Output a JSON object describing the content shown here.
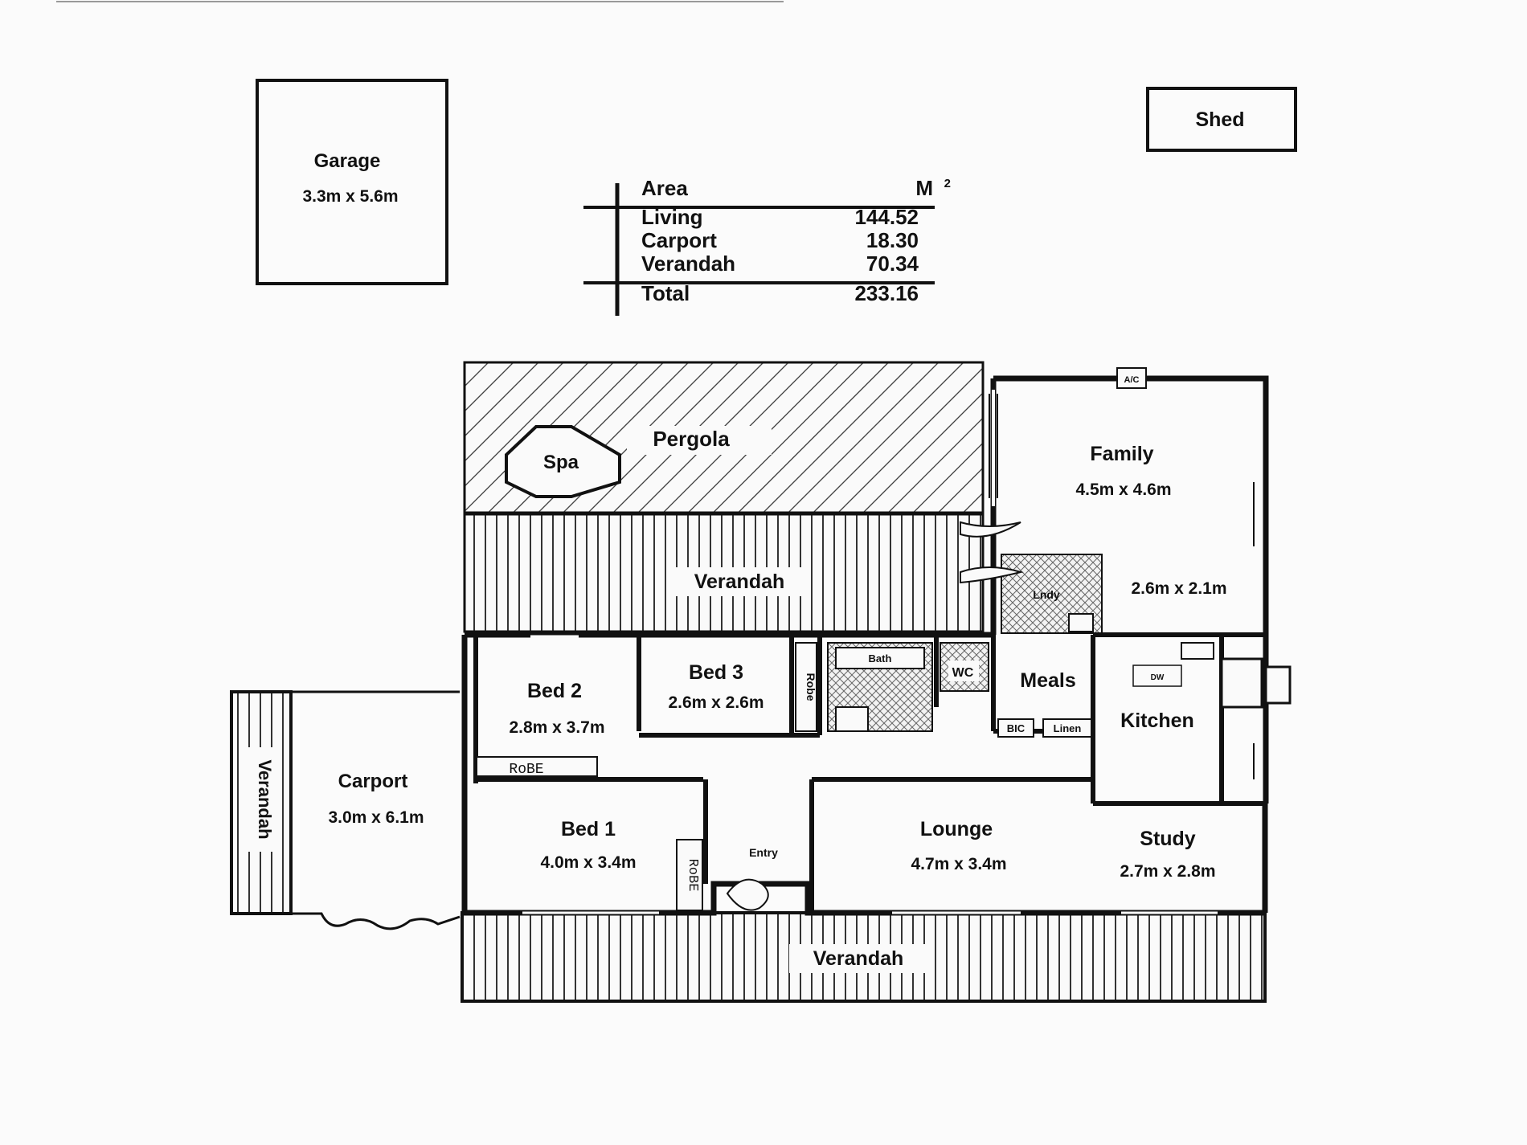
{
  "outbuildings": {
    "garage": {
      "name": "Garage",
      "size": "3.3m x 5.6m"
    },
    "shed": {
      "name": "Shed"
    }
  },
  "area_table": {
    "header_label": "Area",
    "header_unit": "M",
    "unit_superscript": "2",
    "rows": [
      {
        "label": "Living",
        "value": "144.52"
      },
      {
        "label": "Carport",
        "value": "18.30"
      },
      {
        "label": "Verandah",
        "value": "70.34"
      }
    ],
    "total": {
      "label": "Total",
      "value": "233.16"
    }
  },
  "rooms": {
    "pergola": "Pergola",
    "spa": "Spa",
    "verandah_rear": "Verandah",
    "verandah_front": "Verandah",
    "verandah_side": "Verandah",
    "family": {
      "name": "Family",
      "size": "4.5m x 4.6m"
    },
    "laundry": {
      "name": "Lndy",
      "size": "2.6m x 2.1m"
    },
    "ac": "A/C",
    "bed2": {
      "name": "Bed 2",
      "size": "2.8m x 3.7m"
    },
    "bed3": {
      "name": "Bed 3",
      "size": "2.6m x 2.6m"
    },
    "robe3": "Robe",
    "bath": "Bath",
    "wc": "WC",
    "meals": "Meals",
    "kitchen": "Kitchen",
    "dishwasher": "DW",
    "bic": "BIC",
    "linen": "Linen",
    "robe2": "RoBE",
    "bed1": {
      "name": "Bed 1",
      "size": "4.0m x 3.4m"
    },
    "robe1": "RoBE",
    "entry": "Entry",
    "lounge": {
      "name": "Lounge",
      "size": "4.7m x 3.4m"
    },
    "study": {
      "name": "Study",
      "size": "2.7m x 2.8m"
    },
    "carport": {
      "name": "Carport",
      "size": "3.0m x 6.1m"
    }
  },
  "colors": {
    "ink": "#111111",
    "paper": "#fbfbfb",
    "hatch": "#444444"
  }
}
